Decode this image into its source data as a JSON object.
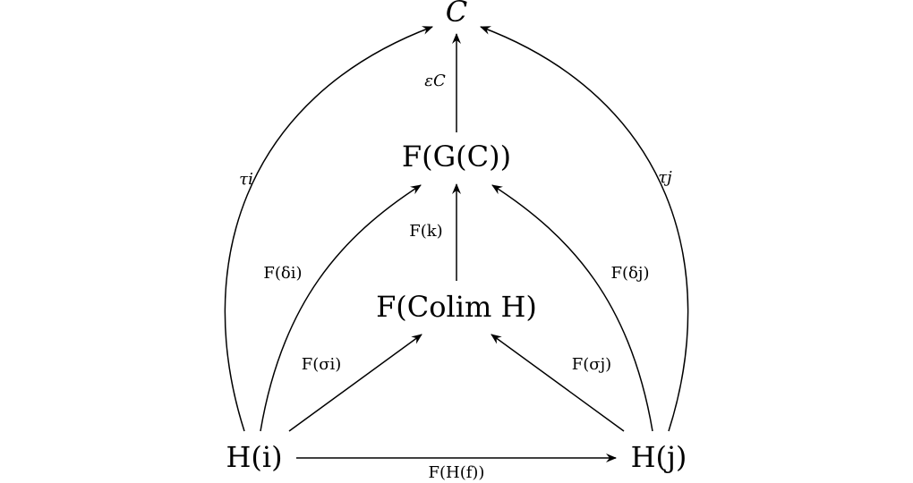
{
  "nodes": {
    "C": "C",
    "FGC": "F(G(C))",
    "FColimH": "F(Colim H)",
    "Hi": "H(i)",
    "Hj": "H(j)"
  },
  "edges": {
    "epsilon_C": "εC",
    "F_k": "F(k)",
    "tau_i": "τi",
    "tau_j": "τj",
    "F_delta_i": "F(δi)",
    "F_delta_j": "F(δj)",
    "F_sigma_i": "F(σi)",
    "F_sigma_j": "F(σj)",
    "F_H_f": "F(H(f))"
  }
}
